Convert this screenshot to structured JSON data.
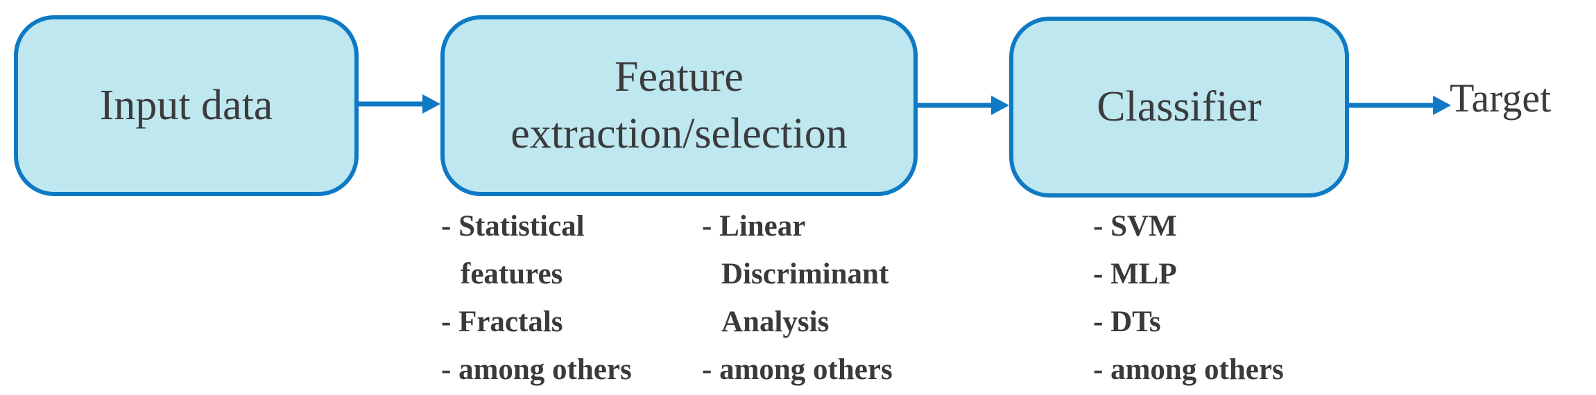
{
  "colors": {
    "box_fill": "#bee7ef",
    "box_border": "#0e7ac4",
    "arrow": "#0e7ac4",
    "box_text": "#3b3b3d",
    "list_text": "#3a3a3c"
  },
  "nodes": {
    "input": {
      "label": "Input data"
    },
    "feature": {
      "line1": "Feature",
      "line2": "extraction/selection"
    },
    "classifier": {
      "label": "Classifier"
    },
    "target": {
      "label": "Target"
    }
  },
  "feature_list_col1": {
    "items": [
      {
        "text": "- Statistical"
      },
      {
        "text": "features"
      },
      {
        "text": "- Fractals"
      },
      {
        "text": "- among others"
      }
    ]
  },
  "feature_list_col2": {
    "items": [
      {
        "text": "- Linear"
      },
      {
        "text": "Discriminant"
      },
      {
        "text": "Analysis"
      },
      {
        "text": "- among others"
      }
    ]
  },
  "classifier_list": {
    "items": [
      {
        "text": "- SVM"
      },
      {
        "text": "- MLP"
      },
      {
        "text": "- DTs"
      },
      {
        "text": "- among others"
      }
    ]
  }
}
